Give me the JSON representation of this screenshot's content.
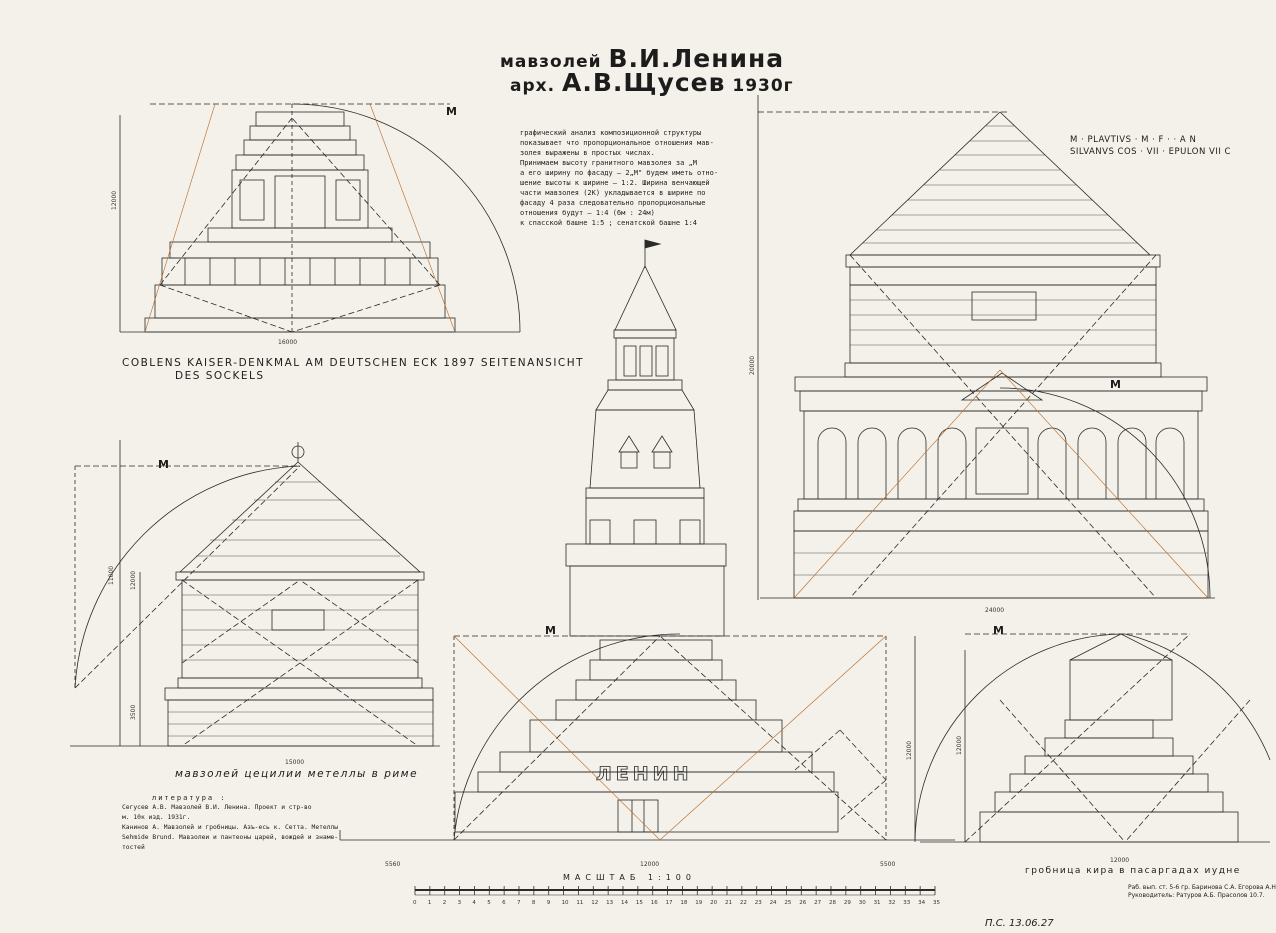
{
  "title": {
    "line1_prefix": "мавзолей",
    "line1_name": "В.И.Ленина",
    "line2_prefix": "арх.",
    "line2_name": "А.В.Щусев",
    "line2_year": "1930г"
  },
  "analysis_note": [
    "графический анализ композиционной структуры",
    "показывает что пропорциональное отношения мав-",
    "золея выражены в простых числах.",
    "Принимаем высоту гранитного мавзолея за „М",
    "а его ширину по фасаду — 2„М\" будем иметь отно-",
    "шение высоты к ширине — 1:2. Ширина венчающей",
    "части мавзолея (2К) укладывается в ширине по",
    "фасаду 4 раза следовательно пропорциональные",
    "отношения будут — 1:4 (6м : 24м)",
    "к спасской башне 1:5 ; сенатской башне 1:4"
  ],
  "inscription": [
    "M · PLAVTIVS · M · F · · A N",
    "SILVANVS COS · VII · EPULON VII C"
  ],
  "captions": {
    "koblenz_line1": "COBLENS   KAISER-DENKMAL AM DEUTSCHEN ECK  1897  SEITENANSICHT",
    "koblenz_line2": "DES   SOCKELS",
    "metella": "мавзолей цецилии метеллы в риме",
    "cyrus": "гробница кира  в  пасаргадах  иудне"
  },
  "literature": [
    "литература :",
    "Сегусев А.В. Мавзолей В.И. Ленина. Проект и стр-во",
    "м. 10к изд. 1931г.",
    "Канинов А. Мавзолей и гробницы. Азъ-есь к. Сетта. Метеллы",
    "Sehmide Brund. Мавзолеи и пантеоны царей, вождей и знаме-",
    "тостей"
  ],
  "scale": {
    "label": "МАСШТАБ 1:100",
    "ticks": [
      "0",
      "1",
      "2",
      "3",
      "4",
      "5",
      "6",
      "7",
      "8",
      "9",
      "10",
      "11",
      "12",
      "13",
      "14",
      "15",
      "16",
      "17",
      "18",
      "19",
      "20",
      "21",
      "22",
      "23",
      "24",
      "25",
      "26",
      "27",
      "28",
      "29",
      "30",
      "31",
      "32",
      "33",
      "34",
      "35"
    ]
  },
  "dimensions": {
    "koblenz_width": "16000",
    "koblenz_height": "12000",
    "metella_width": "15000",
    "metella_h1": "11000",
    "metella_h2": "12000",
    "metella_h3": "3500",
    "plautius_width": "24000",
    "plautius_height": "20000",
    "lenin_left": "5560",
    "lenin_center": "12000",
    "lenin_right": "5500",
    "lenin_height": "12000",
    "cyrus_width": "12000",
    "cyrus_height": "12000"
  },
  "m_label": "M",
  "facade_text": "ЛЕНИН",
  "signatures": [
    "Раб. вып. ст. 5-6 гр. Баринова С.А. Егорова А.Н.",
    "Руководитель:   Ратуров А.Б. Прасолов 10.7."
  ],
  "date_note": "П.С. 13.06.27"
}
